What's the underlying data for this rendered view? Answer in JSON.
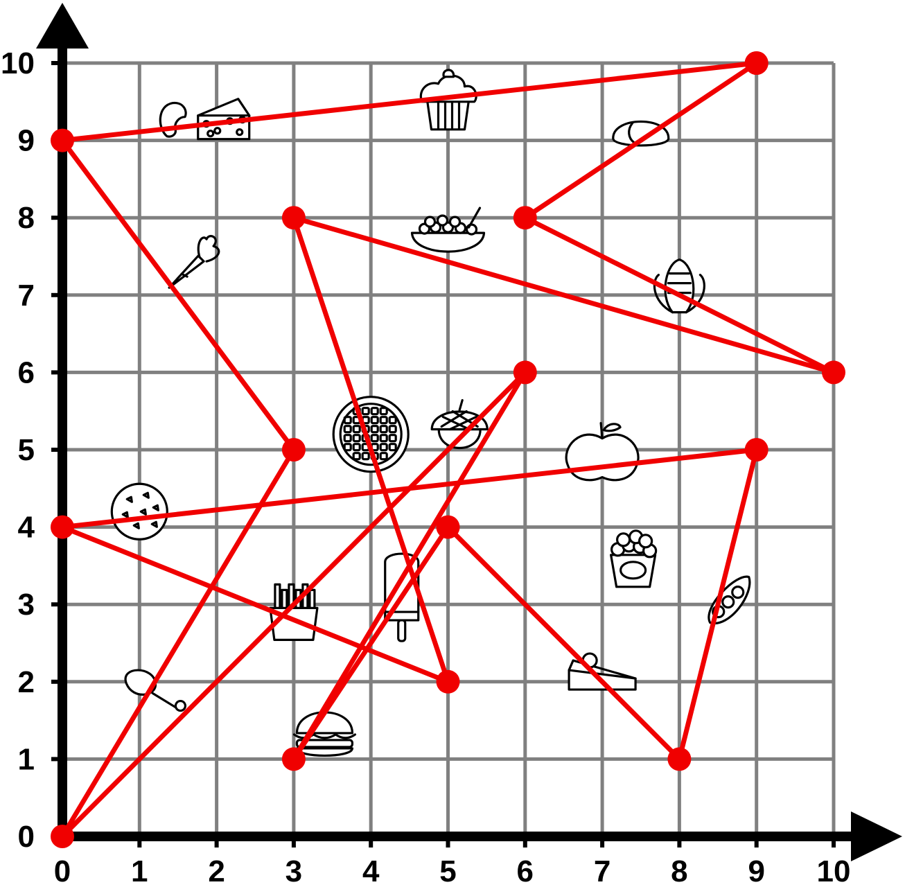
{
  "chart_data": {
    "type": "line",
    "title": "",
    "xlabel": "",
    "ylabel": "",
    "xlim": [
      0,
      10
    ],
    "ylim": [
      0,
      10
    ],
    "grid": true,
    "x_ticks": [
      "0",
      "1",
      "2",
      "3",
      "4",
      "5",
      "6",
      "7",
      "8",
      "9",
      "10"
    ],
    "y_ticks": [
      "0",
      "1",
      "2",
      "3",
      "4",
      "5",
      "6",
      "7",
      "8",
      "9",
      "10"
    ],
    "series": [
      {
        "color": "#f00000",
        "x": [
          9,
          0,
          3,
          0,
          6,
          3,
          5,
          8,
          9,
          0,
          5,
          3,
          10,
          6,
          9
        ],
        "y": [
          10,
          9,
          5,
          0,
          6,
          1,
          4,
          1,
          5,
          4,
          2,
          8,
          6,
          8,
          10
        ]
      }
    ],
    "icons": [
      {
        "name": "macaroni-icon",
        "x": 1.5,
        "y": 9.25
      },
      {
        "name": "cheese-icon",
        "x": 2.1,
        "y": 9.25
      },
      {
        "name": "cupcake-icon",
        "x": 5,
        "y": 9.5
      },
      {
        "name": "bread-icon",
        "x": 7.5,
        "y": 9.1
      },
      {
        "name": "carrot-icon",
        "x": 1.6,
        "y": 7.4
      },
      {
        "name": "cereal-bowl-icon",
        "x": 5,
        "y": 7.75
      },
      {
        "name": "corn-icon",
        "x": 8,
        "y": 7.1
      },
      {
        "name": "waffle-icon",
        "x": 4,
        "y": 5.2
      },
      {
        "name": "acorn-icon",
        "x": 5.15,
        "y": 5.3
      },
      {
        "name": "apple-icon",
        "x": 7,
        "y": 4.95
      },
      {
        "name": "cookie-icon",
        "x": 1,
        "y": 4.2
      },
      {
        "name": "popcorn-icon",
        "x": 7.4,
        "y": 3.55
      },
      {
        "name": "peas-icon",
        "x": 8.65,
        "y": 3.05
      },
      {
        "name": "popsicle-icon",
        "x": 4.4,
        "y": 3.1
      },
      {
        "name": "fries-icon",
        "x": 3,
        "y": 2.9
      },
      {
        "name": "cake-icon",
        "x": 7,
        "y": 2.15
      },
      {
        "name": "drumstick-icon",
        "x": 1.1,
        "y": 1.85
      },
      {
        "name": "burger-icon",
        "x": 3.4,
        "y": 1.3
      }
    ]
  }
}
